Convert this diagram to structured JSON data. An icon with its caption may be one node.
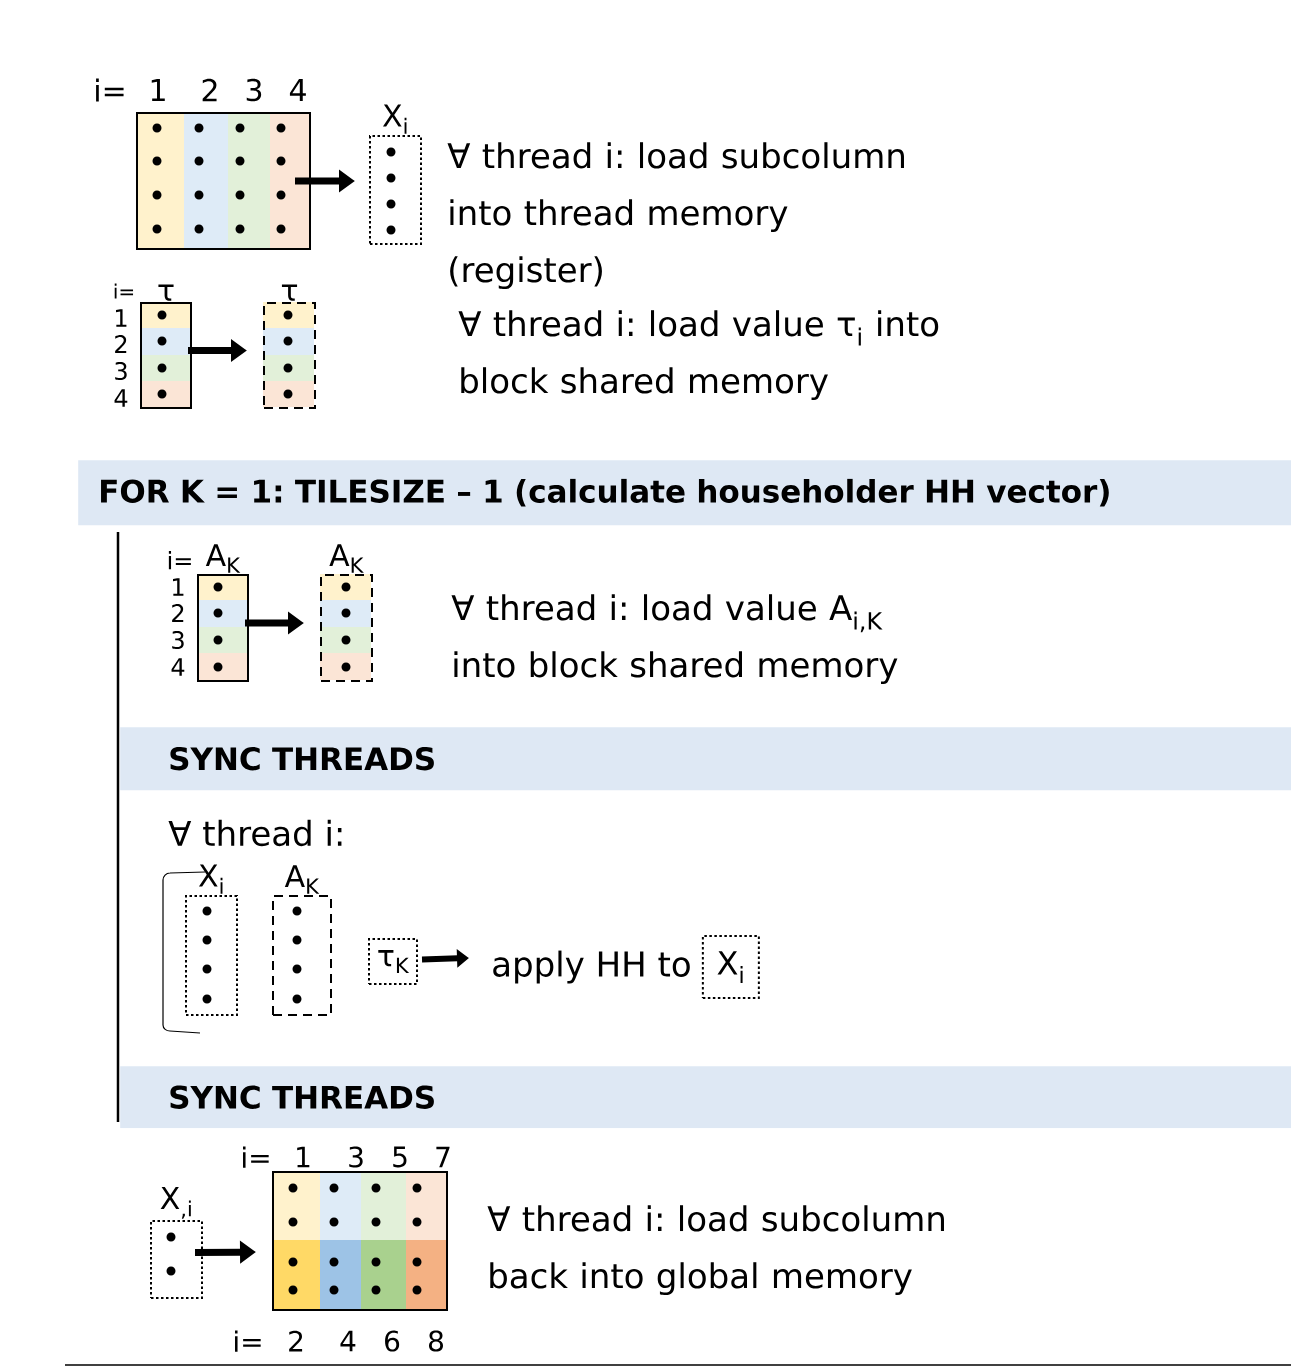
{
  "diagram": {
    "nodes": [
      {
        "text": [],
        "shape": "box"
      },
      {
        "text": [
          "X$_{i}$"
        ]
      },
      {
        "text": [
          "τ"
        ]
      },
      {
        "text": [
          "τ"
        ]
      },
      {
        "text": [
          "FOR K = 1: TILESIZE – 1 (calculate householder HH vector)"
        ]
      },
      {
        "text": [
          "A$_{K}$"
        ]
      },
      {
        "text": [
          "A$_{K}$"
        ]
      },
      {
        "text": [
          "SYNC THREADS"
        ]
      },
      {
        "text": [
          "X$_{i}$"
        ]
      },
      {
        "text": [
          "A$_{K}$"
        ]
      },
      {
        "text": [
          "τ$_{K}$"
        ]
      },
      {
        "text": [
          "apply HH to"
        ]
      },
      {
        "text": [
          "X$_{i}$"
        ]
      },
      {
        "text": [
          "SYNC THREADS"
        ]
      },
      {
        "text": [
          "X$_{,i}$"
        ]
      },
      {
        "text": [],
        "shape": "box"
      }
    ],
    "edges": [
      {
        "from": 0,
        "to": 1,
        "arrow": "to"
      },
      {
        "from": 2,
        "to": 3,
        "arrow": "to"
      },
      {
        "from": 5,
        "to": 6,
        "arrow": "to"
      },
      {
        "from": 10,
        "to": 11,
        "arrow": "to"
      },
      {
        "from": 14,
        "to": 15,
        "arrow": "to"
      }
    ],
    "labels": [
      "i=",
      "1",
      "2",
      "3",
      "4",
      "∀ thread i: load subcolumn into thread memory (register)",
      "i=",
      "1",
      "2",
      "3",
      "4",
      "∀ thread i: load value τ$_{i}$ into block shared memory",
      "i=",
      "1",
      "2",
      "3",
      "4",
      "∀ thread i: load value A$_{i,K}$ into block shared memory",
      "∀ thread i:",
      "i=",
      "1",
      "3",
      "5",
      "7",
      "∀ thread i: load subcolumn back into global memory",
      "i=",
      "2",
      "4",
      "6",
      "8"
    ]
  }
}
